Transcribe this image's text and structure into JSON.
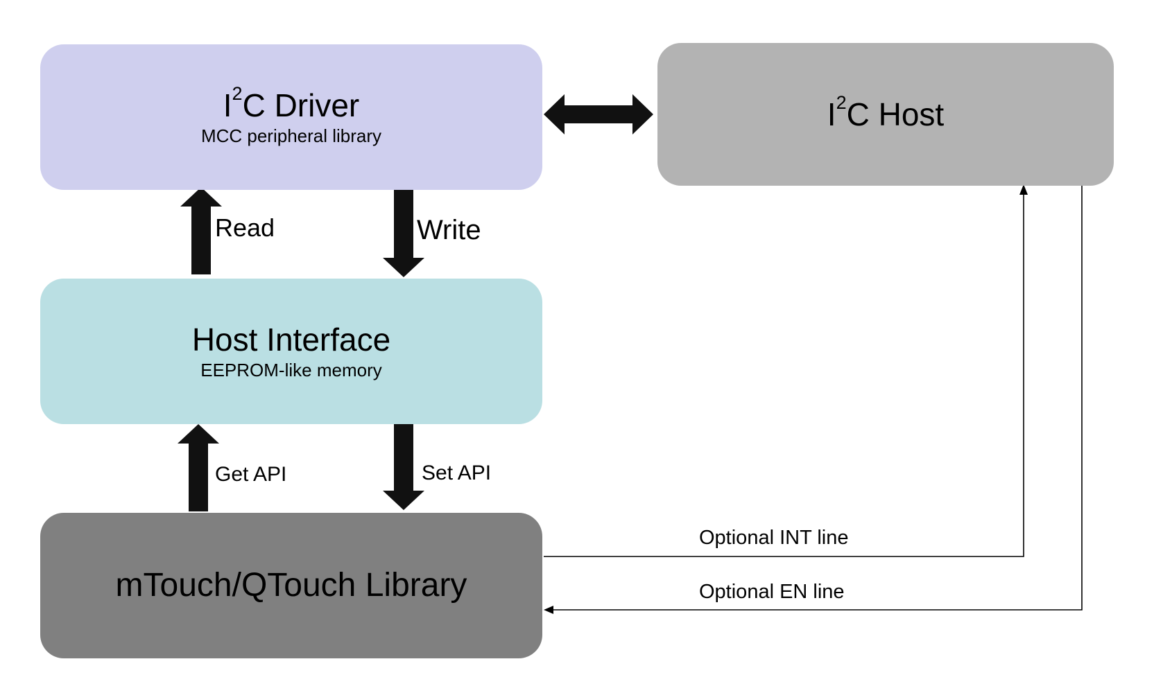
{
  "blocks": {
    "i2c_driver": {
      "title_prefix": "I",
      "title_sup": "2",
      "title_suffix": "C Driver",
      "subtitle": "MCC peripheral library",
      "color": "#cfcfee"
    },
    "i2c_host": {
      "title_prefix": "I",
      "title_sup": "2",
      "title_suffix": "C Host",
      "color": "#b3b3b3"
    },
    "host_interface": {
      "title": "Host Interface",
      "subtitle": "EEPROM-like memory",
      "color": "#badfe3"
    },
    "touch_library": {
      "title": "mTouch/QTouch Library",
      "color": "#808080"
    }
  },
  "arrows": {
    "read": "Read",
    "write": "Write",
    "get_api": "Get API",
    "set_api": "Set API",
    "int_line": "Optional INT line",
    "en_line": "Optional EN line"
  },
  "colors": {
    "arrow": "#111111",
    "line": "#000000"
  }
}
